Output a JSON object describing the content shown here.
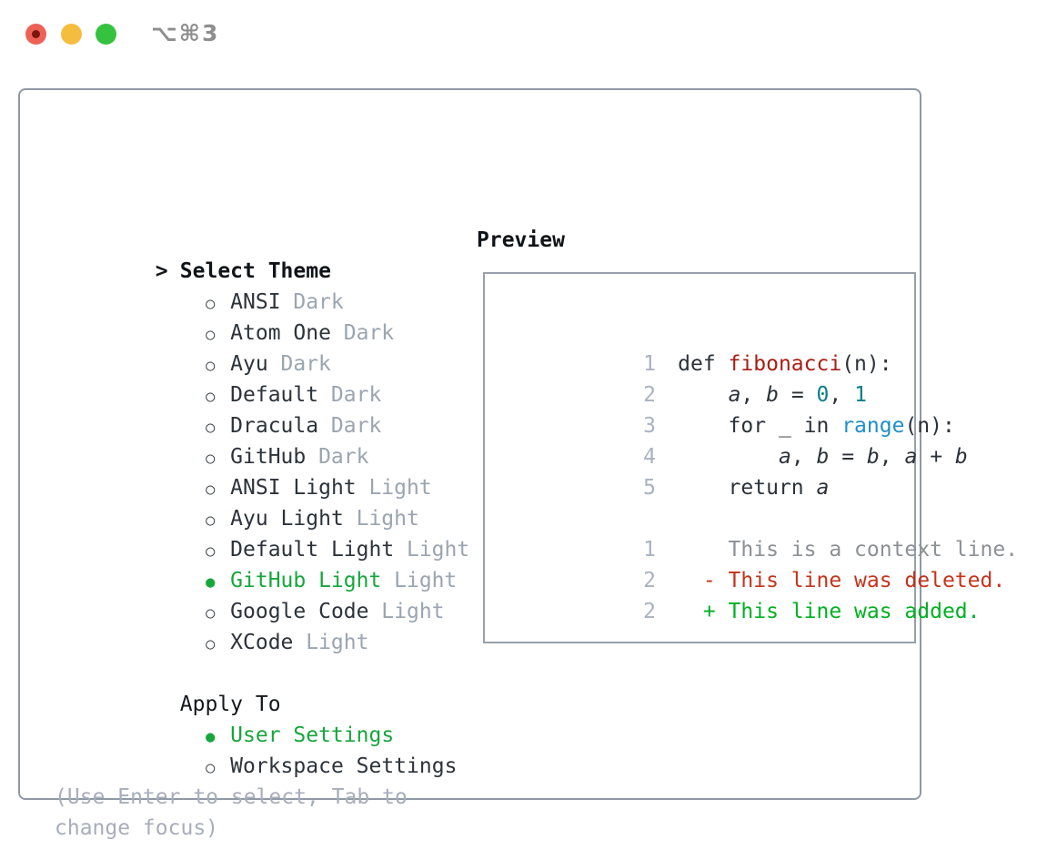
{
  "titlebar": {
    "title": "⌥⌘3"
  },
  "icons": {
    "radio_selected": "●",
    "radio_unselected": "○",
    "focus_caret": ">",
    "close_name": "close-icon",
    "minimize_name": "minimize-icon",
    "zoom_name": "zoom-icon"
  },
  "colors": {
    "accent_green": "#17a63b",
    "diff_add_green": "#00b122",
    "diff_del_red": "#c5341b",
    "function_red": "#a81d15",
    "number_teal": "#0e7e86",
    "builtin_blue": "#1f8fca",
    "tag_gray": "#9aa5b1",
    "hint_gray": "#a7aebb",
    "panel_border": "#8f99a4",
    "traffic_red": "#ee6156",
    "traffic_yellow": "#f5bd40",
    "traffic_green": "#35c33f"
  },
  "theme_panel": {
    "header": "Select Theme",
    "items": [
      {
        "name": "ANSI",
        "tag": "Dark",
        "selected": false
      },
      {
        "name": "Atom One",
        "tag": "Dark",
        "selected": false
      },
      {
        "name": "Ayu",
        "tag": "Dark",
        "selected": false
      },
      {
        "name": "Default",
        "tag": "Dark",
        "selected": false
      },
      {
        "name": "Dracula",
        "tag": "Dark",
        "selected": false
      },
      {
        "name": "GitHub",
        "tag": "Dark",
        "selected": false
      },
      {
        "name": "ANSI Light",
        "tag": "Light",
        "selected": false
      },
      {
        "name": "Ayu Light",
        "tag": "Light",
        "selected": false
      },
      {
        "name": "Default Light",
        "tag": "Light",
        "selected": false
      },
      {
        "name": "GitHub Light",
        "tag": "Light",
        "selected": true
      },
      {
        "name": "Google Code",
        "tag": "Light",
        "selected": false
      },
      {
        "name": "XCode",
        "tag": "Light",
        "selected": false
      }
    ]
  },
  "apply_to": {
    "header": "Apply To",
    "items": [
      {
        "name": "User Settings",
        "selected": true
      },
      {
        "name": "Workspace Settings",
        "selected": false
      }
    ]
  },
  "hint": {
    "line1": "(Use Enter to select, Tab to",
    "line2": "change focus)"
  },
  "preview": {
    "header": "Preview",
    "lines": [
      {
        "num": "1",
        "tokens": [
          {
            "t": "def ",
            "c": "code"
          },
          {
            "t": "fibonacci",
            "c": "fn"
          },
          {
            "t": "(n):",
            "c": "code"
          }
        ]
      },
      {
        "num": "2",
        "tokens": [
          {
            "t": "    ",
            "c": "code"
          },
          {
            "t": "a",
            "c": "var"
          },
          {
            "t": ", ",
            "c": "code"
          },
          {
            "t": "b",
            "c": "var"
          },
          {
            "t": " = ",
            "c": "code"
          },
          {
            "t": "0",
            "c": "num"
          },
          {
            "t": ", ",
            "c": "code"
          },
          {
            "t": "1",
            "c": "num"
          }
        ]
      },
      {
        "num": "3",
        "tokens": [
          {
            "t": "    for _ in ",
            "c": "code"
          },
          {
            "t": "range",
            "c": "bi"
          },
          {
            "t": "(n):",
            "c": "code"
          }
        ]
      },
      {
        "num": "4",
        "tokens": [
          {
            "t": "        ",
            "c": "code"
          },
          {
            "t": "a",
            "c": "var"
          },
          {
            "t": ", ",
            "c": "code"
          },
          {
            "t": "b",
            "c": "var"
          },
          {
            "t": " = ",
            "c": "code"
          },
          {
            "t": "b",
            "c": "var"
          },
          {
            "t": ", ",
            "c": "code"
          },
          {
            "t": "a",
            "c": "var"
          },
          {
            "t": " + ",
            "c": "code"
          },
          {
            "t": "b",
            "c": "var"
          }
        ]
      },
      {
        "num": "5",
        "tokens": [
          {
            "t": "    return ",
            "c": "code"
          },
          {
            "t": "a",
            "c": "var"
          }
        ]
      },
      {
        "num": "",
        "tokens": []
      },
      {
        "num": "1",
        "tokens": [
          {
            "t": "    This is a context line.",
            "c": "ctx"
          }
        ]
      },
      {
        "num": "2",
        "tokens": [
          {
            "t": "  - This line was deleted.",
            "c": "del"
          }
        ]
      },
      {
        "num": "2",
        "tokens": [
          {
            "t": "  + This line was added.",
            "c": "add"
          }
        ]
      }
    ]
  }
}
